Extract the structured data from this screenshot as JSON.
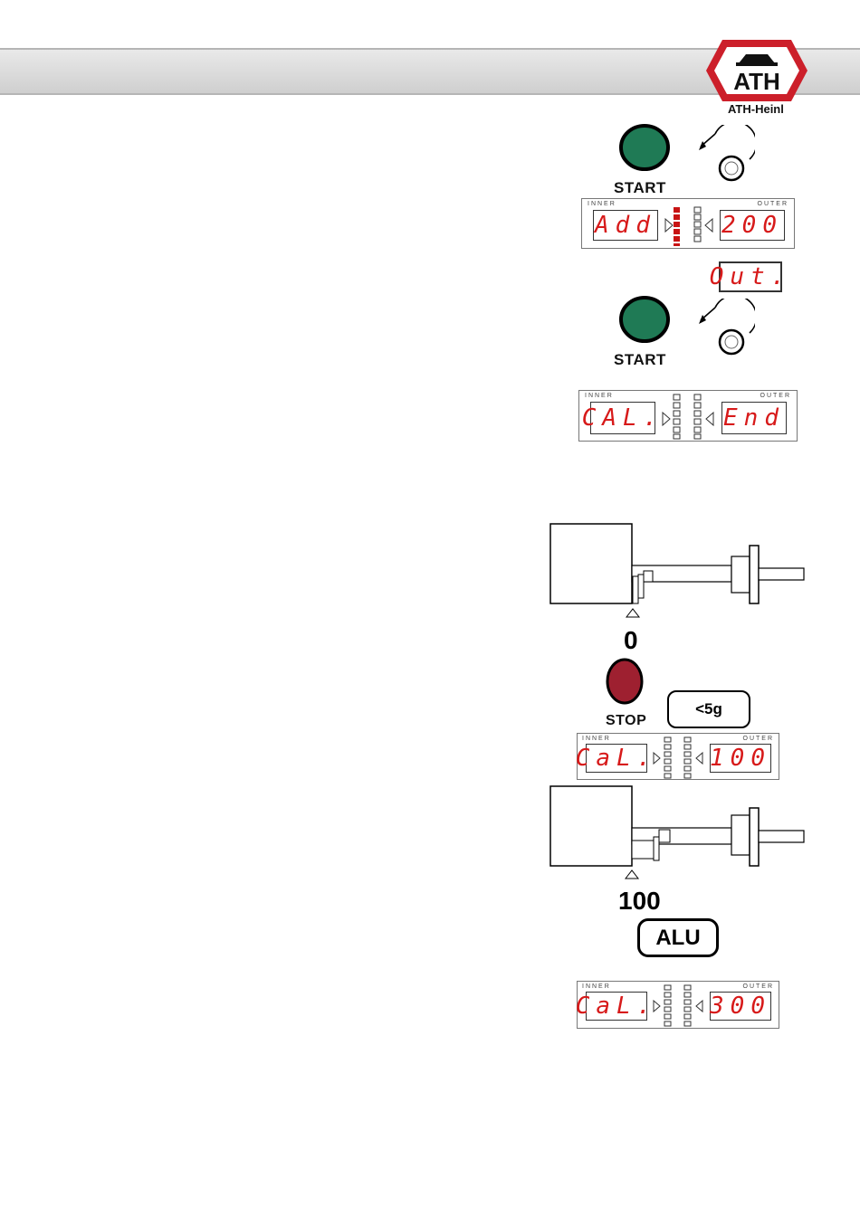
{
  "logo": {
    "letters": "ATH",
    "brand": "ATH-Heinl"
  },
  "steps": {
    "start_label_1": "START",
    "start_label_2": "START",
    "stop_label": "STOP"
  },
  "displays": [
    {
      "inner_label": "INNER",
      "outer_label": "OUTER",
      "left": "Add",
      "right": "200"
    },
    {
      "left": "Out."
    },
    {
      "inner_label": "INNER",
      "outer_label": "OUTER",
      "left": "CAL.",
      "right": "End"
    },
    {
      "inner_label": "INNER",
      "outer_label": "OUTER",
      "left": "CaL.",
      "right": "100"
    },
    {
      "inner_label": "INNER",
      "outer_label": "OUTER",
      "left": "CaL.",
      "right": "300"
    }
  ],
  "arm_positions": {
    "first": "0",
    "second": "100"
  },
  "buttons": {
    "weight": "<5g",
    "alu": "ALU"
  },
  "colors": {
    "start_green": "#1f7a55",
    "stop_red": "#9e2030",
    "digit_red": "#d71a1a",
    "logo_red": "#cc1f2a"
  }
}
